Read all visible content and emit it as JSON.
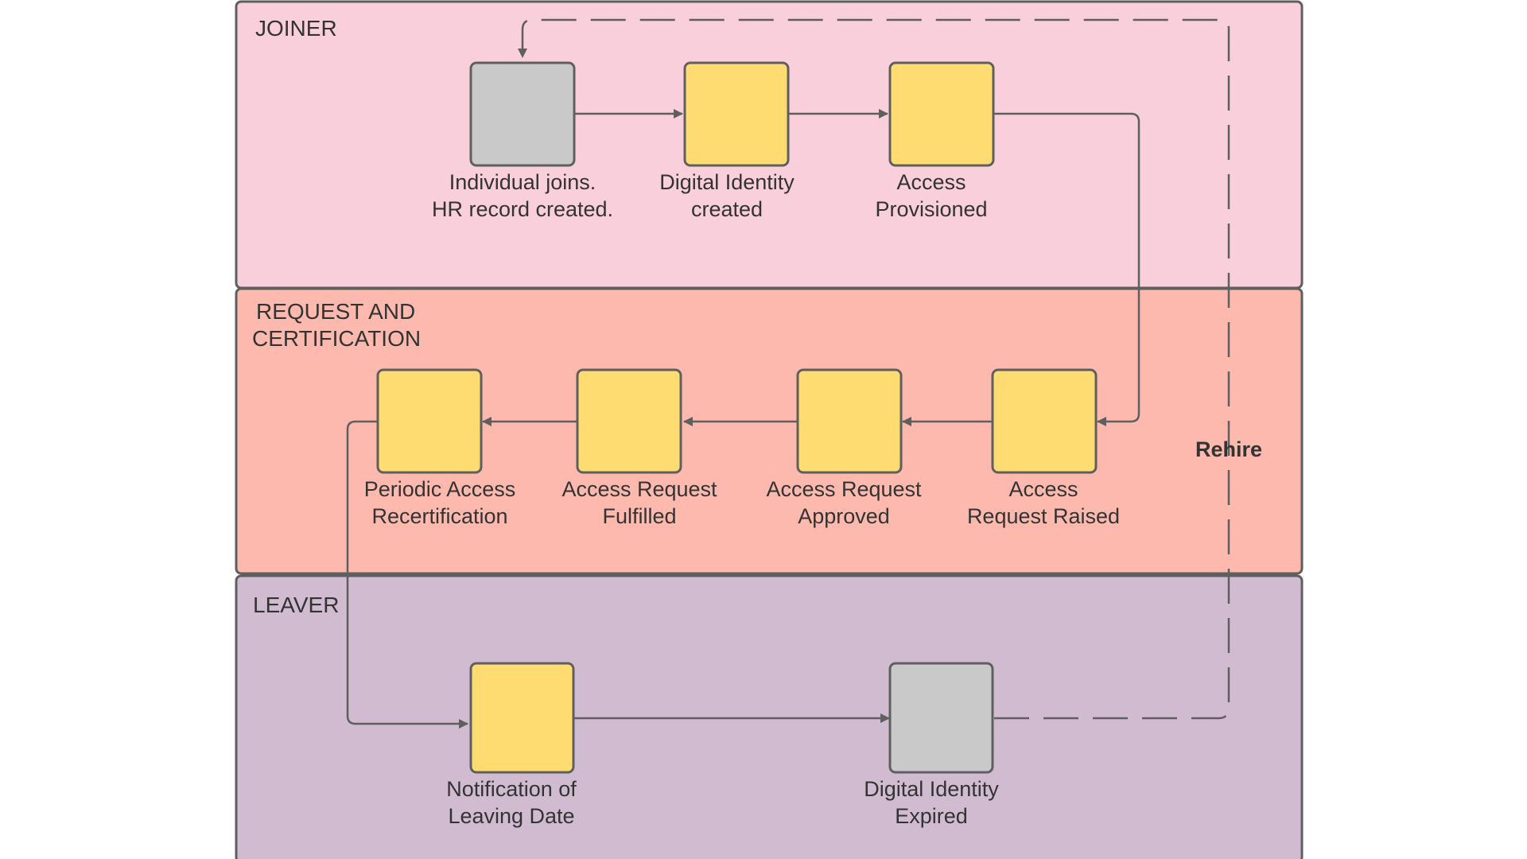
{
  "lanes": {
    "joiner": {
      "title": "JOINER",
      "fill": "#f8cfdb"
    },
    "request": {
      "title_lines": [
        "REQUEST AND",
        "CERTIFICATION"
      ],
      "fill": "#fdb9ae"
    },
    "leaver": {
      "title": "LEAVER",
      "fill": "#d1bbd1"
    }
  },
  "nodes": {
    "hr_record": {
      "lines": [
        "Individual joins.",
        "HR record created."
      ],
      "fill": "#c9c9c9"
    },
    "digital_identity": {
      "lines": [
        "Digital Identity",
        "created"
      ],
      "fill": "#ffdc72"
    },
    "access_provisioned": {
      "lines": [
        "Access",
        "Provisioned"
      ],
      "fill": "#ffdc72"
    },
    "access_request_raised": {
      "lines": [
        "Access",
        "Request Raised"
      ],
      "fill": "#ffdc72"
    },
    "access_request_approved": {
      "lines": [
        "Access Request",
        "Approved"
      ],
      "fill": "#ffdc72"
    },
    "access_request_fulfilled": {
      "lines": [
        "Access Request",
        "Fulfilled"
      ],
      "fill": "#ffdc72"
    },
    "periodic_recertification": {
      "lines": [
        "Periodic Access",
        "Recertification"
      ],
      "fill": "#ffdc72"
    },
    "leaving_notification": {
      "lines": [
        "Notification of",
        "Leaving Date"
      ],
      "fill": "#ffdc72"
    },
    "identity_expired": {
      "lines": [
        "Digital Identity",
        "Expired"
      ],
      "fill": "#c9c9c9"
    }
  },
  "edges": {
    "rehire_label": "Rehire"
  },
  "colors": {
    "stroke": "#5f5f5f",
    "text": "#333333"
  }
}
